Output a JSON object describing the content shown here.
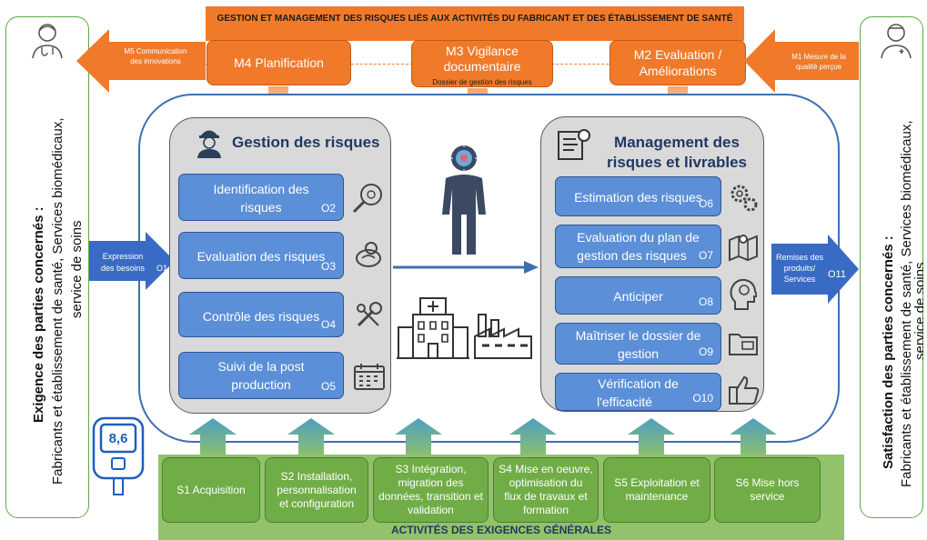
{
  "header": {
    "title": "GESTION ET MANAGEMENT DES RISQUES LIÉS AUX ACTIVITÉS DU FABRICANT ET DES ÉTABLISSEMENT DE SANTÉ",
    "m4": "M4 Planification",
    "m3_line1": "M3 Vigilance",
    "m3_line2": "documentaire",
    "m3_sub": "Dossier de gestion des risques",
    "m2_line1": "M2 Evaluation /",
    "m2_line2": "Améliorations",
    "m5_line1": "M5 Communication",
    "m5_line2": "des innovations",
    "m1_line1": "M1 Mesure de la",
    "m1_line2": "qualité perçue"
  },
  "left_panel": {
    "line1": "Exigence des parties concernés :",
    "line2": "Fabricants et établissement de santé, Services biomédicaux,",
    "line3": "service de soins"
  },
  "right_panel": {
    "line1": "Satisfaction des parties concernés :",
    "line2": "Fabricants et établissement de santé, Services biomédicaux,",
    "line3": "service de soins"
  },
  "input_arrow": {
    "line1": "Expression",
    "line2": "des besoins",
    "code": "O1"
  },
  "output_arrow": {
    "line1": "Remises des",
    "line2": "produits/",
    "line3": "Services",
    "code": "O11"
  },
  "gestion": {
    "title": "Gestion des risques",
    "items": [
      {
        "line1": "Identification des",
        "line2": "risques",
        "code": "O2"
      },
      {
        "line1": "Evaluation des risques",
        "line2": "",
        "code": "O3"
      },
      {
        "line1": "Contrôle des risques",
        "line2": "",
        "code": "O4"
      },
      {
        "line1": "Suivi de la post",
        "line2": "production",
        "code": "O5"
      }
    ]
  },
  "management": {
    "title_line1": "Management des",
    "title_line2": "risques et livrables",
    "items": [
      {
        "line1": "Estimation des risques",
        "line2": "",
        "code": "O6"
      },
      {
        "line1": "Evaluation du plan de",
        "line2": "gestion des risques",
        "code": "O7"
      },
      {
        "line1": "Anticiper",
        "line2": "",
        "code": "O8"
      },
      {
        "line1": "Maîtriser le dossier de",
        "line2": "gestion",
        "code": "O9"
      },
      {
        "line1": "Vérification de",
        "line2": "l'efficacité",
        "code": "O10"
      }
    ]
  },
  "glucometer": {
    "reading": "8,6"
  },
  "supports": [
    {
      "line1": "S1 Acquisition",
      "line2": "",
      "line3": "",
      "line4": ""
    },
    {
      "line1": "S2 Installation,",
      "line2": "personnalisation",
      "line3": "et configuration",
      "line4": ""
    },
    {
      "line1": "S3 Intégration,",
      "line2": "migration des",
      "line3": "données, transition et",
      "line4": "validation"
    },
    {
      "line1": "S4 Mise en oeuvre,",
      "line2": "optimisation du",
      "line3": "flux de travaux et",
      "line4": "formation"
    },
    {
      "line1": "S5 Exploitation et",
      "line2": "maintenance",
      "line3": "",
      "line4": ""
    },
    {
      "line1": "S6 Mise hors",
      "line2": "service",
      "line3": "",
      "line4": ""
    }
  ],
  "footer": {
    "label": "ACTIVITÉS DES EXIGENCES GÉNÉRALES"
  },
  "colors": {
    "orange": "#f07a2a",
    "blue": "#5b8fd8",
    "navy": "#203864",
    "green": "#70ad47",
    "frame": "#3f6fb1"
  }
}
